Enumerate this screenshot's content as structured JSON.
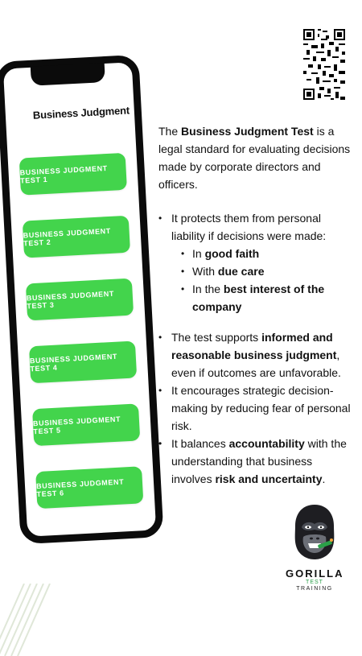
{
  "phone": {
    "title": "Business Judgment",
    "buttons": [
      "BUSINESS JUDGMENT TEST 1",
      "BUSINESS JUDGMENT TEST 2",
      "BUSINESS JUDGMENT TEST 3",
      "BUSINESS JUDGMENT TEST 4",
      "BUSINESS JUDGMENT TEST 5",
      "BUSINESS JUDGMENT TEST 6"
    ]
  },
  "content": {
    "intro_pre": "The ",
    "intro_bold": "Business Judgment Test",
    "intro_post": " is a legal standard for evaluating decisions made by corporate directors and officers.",
    "b1": "It protects them from personal liability if decisions were made:",
    "sub": [
      {
        "pre": "In ",
        "bold": "good faith"
      },
      {
        "pre": "With ",
        "bold": "due care"
      },
      {
        "pre": "In the ",
        "bold": "best interest of the company"
      }
    ],
    "b2_pre": "The test supports ",
    "b2_bold": "informed and reasonable business judgment",
    "b2_post": ", even if outcomes are unfavorable.",
    "b3": "It encourages strategic decision-making by reducing fear of personal risk.",
    "b4_pre": "It balances ",
    "b4_bold1": "accountability",
    "b4_mid": " with the understanding that business involves ",
    "b4_bold2": "risk and uncertainty",
    "b4_post": "."
  },
  "logo": {
    "brand": "GORILLA",
    "line1": "TEST",
    "line2": "TRAINING"
  },
  "colors": {
    "button_green": "#43d44c",
    "phone_frame": "#0b0b0b",
    "logo_accent": "#2aa048"
  }
}
